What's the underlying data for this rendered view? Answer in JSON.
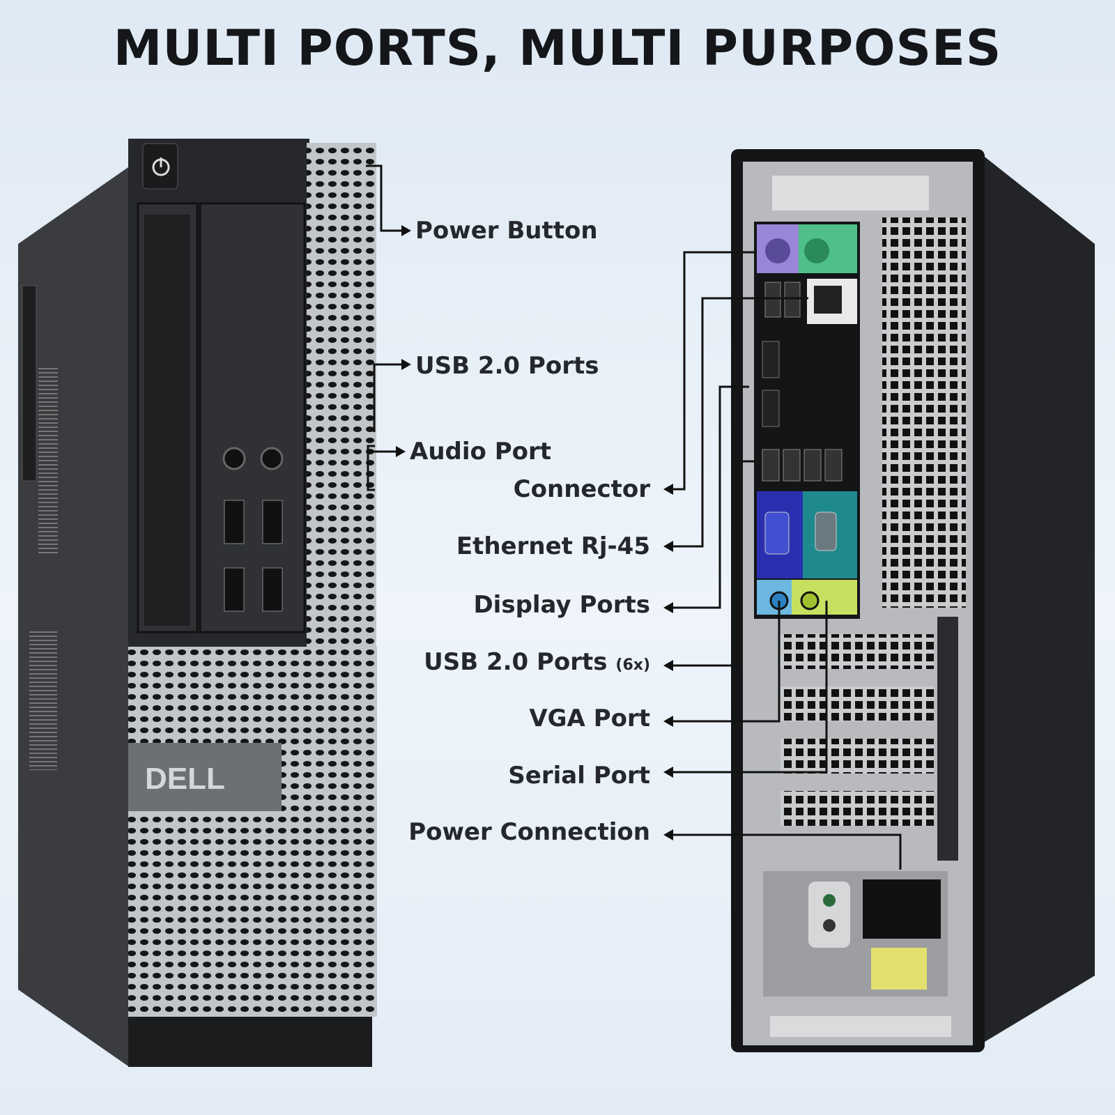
{
  "title": "MULTI PORTS, MULTI PURPOSES",
  "brand_logo": "DELL",
  "front_labels": [
    {
      "text": "Power Button"
    },
    {
      "text": "USB 2.0 Ports"
    },
    {
      "text": "Audio Port"
    }
  ],
  "rear_labels": [
    {
      "text": "Connector"
    },
    {
      "text": "Ethernet Rj-45"
    },
    {
      "text": "Display Ports"
    },
    {
      "text": "USB 2.0 Ports",
      "suffix": "(6x)"
    },
    {
      "text": "VGA Port"
    },
    {
      "text": "Serial Port"
    },
    {
      "text": "Power Connection"
    }
  ],
  "colors": {
    "background": "#e6eef7",
    "text": "#24282d",
    "case": "#2a2c2f",
    "mesh": "#b9bcbf"
  }
}
